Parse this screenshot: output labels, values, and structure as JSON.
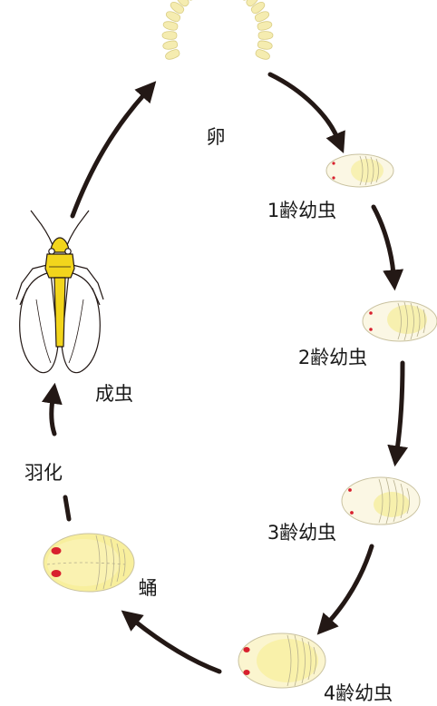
{
  "stages": {
    "egg": "卵",
    "instar1": "1齢幼虫",
    "instar2": "2齢幼虫",
    "instar3": "3齢幼虫",
    "instar4": "4齢幼虫",
    "pupa": "蛹",
    "emergence": "羽化",
    "adult": "成虫"
  },
  "colors": {
    "arrow": "#231815",
    "egg_fill": "#f5ecb0",
    "body_yellow": "#f3e15c",
    "larva_fill": "#fbf6dc",
    "eye_red": "#d8202e",
    "adult_thorax": "#f2d51c"
  }
}
